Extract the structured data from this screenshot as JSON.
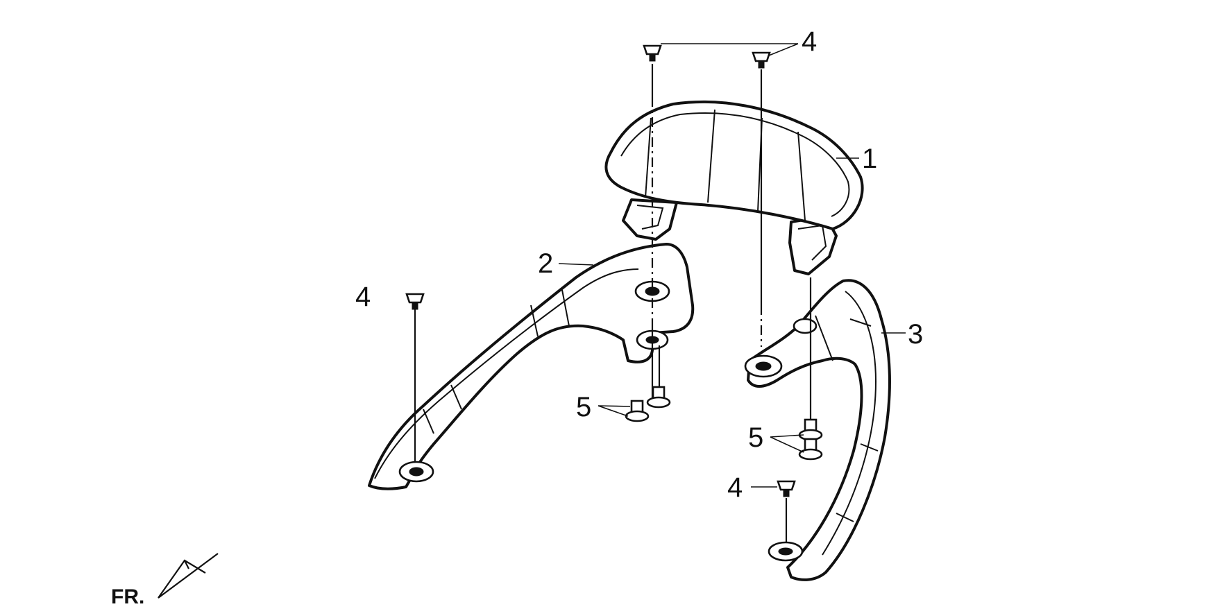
{
  "diagram": {
    "callouts": [
      {
        "id": "1",
        "text": "1"
      },
      {
        "id": "2",
        "text": "2"
      },
      {
        "id": "3",
        "text": "3"
      },
      {
        "id": "4a",
        "text": "4"
      },
      {
        "id": "4b",
        "text": "4"
      },
      {
        "id": "4c",
        "text": "4"
      },
      {
        "id": "5a",
        "text": "5"
      },
      {
        "id": "5b",
        "text": "5"
      }
    ],
    "orientation_label": "FR.",
    "colors": {
      "line": "#111111",
      "background": "#ffffff"
    }
  }
}
